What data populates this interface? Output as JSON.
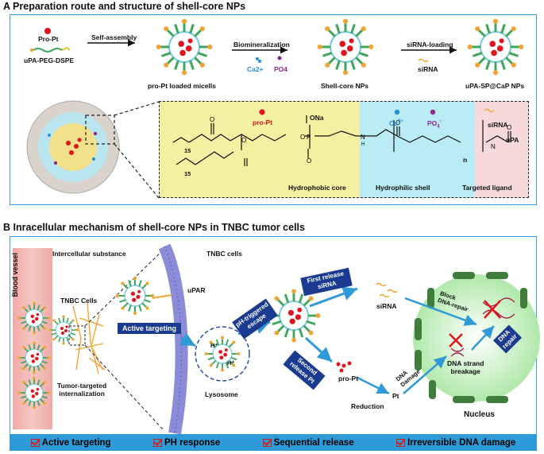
{
  "panelA": {
    "title": "A  Preparation route and structure of  shell-core NPs",
    "pro_pt": "Pro-Pt",
    "upa_peg": "uPA-PEG-DSPE",
    "self_assembly": "Self-assembly",
    "micelles": "pro-Pt loaded micells",
    "biomineralization": "Biomineralization",
    "ca": "Ca2+",
    "po4": "PO4",
    "shell_core": "Shell-core NPs",
    "sirna_loading": "siRNA-loading",
    "sirna": "siRNA",
    "final": "uPA-SP@CaP NPs",
    "struct": {
      "pro_pt": "pro-Pt",
      "ona": "ONa",
      "ca": "Ca",
      "ca_sup": "2+",
      "po4": "PO",
      "po4_sub": "4",
      "po4_sup": "-",
      "sirna": "siRNA",
      "upa": "uPA",
      "n": "n",
      "n15a": "15",
      "n15b": "15",
      "core": "Hydrophobic core",
      "shell": "Hydrophilic shell",
      "ligand": "Targeted ligand"
    }
  },
  "panelB": {
    "title": "B  Inracellular mechanism of shell-core NPs in TNBC tumor cells",
    "blood_vessel": "Blood vessel",
    "intercellular": "Intercellular substance",
    "tnbc_cells": "TNBC cells",
    "tnbc_cells2": "TNBC Cells",
    "tumor_internal_1": "Tumor-targeted",
    "tumor_internal_2": "internalization",
    "upar": "uPAR",
    "active_targeting": "Active targeting",
    "ph_escape_1": "pH-triggered",
    "ph_escape_2": "escape",
    "lysosome": "Lysosome",
    "first_release_1": "First release",
    "first_release_2": "siRNA",
    "second_release_1": "Second",
    "second_release_2": "release Pt",
    "sirna": "siRNA",
    "pro_pt": "pro-Pt",
    "reduction": "Reduction",
    "pt": "Pt",
    "dna_damage_1": "DNA",
    "dna_damage_2": "Damage",
    "block_1": "Block",
    "block_2": "DNA-repair",
    "dna_repair_1": "DNA",
    "dna_repair_2": "repair",
    "dna_break_1": "DNA strand",
    "dna_break_2": "breakage",
    "nucleus": "Nucleus",
    "h": "H⁺"
  },
  "bottom": [
    {
      "label": "Active targeting"
    },
    {
      "label": "PH response"
    },
    {
      "label": "Sequential release"
    },
    {
      "label": "Irreversible DNA damage"
    }
  ],
  "colors": {
    "frame": "#3aa0d8",
    "navy": "#1a3b8f",
    "arrow": "#2e9ad7",
    "red": "#e0141c",
    "core": "#f4f0a2",
    "shell": "#b9ecf4",
    "ligand": "#f7d9dc"
  }
}
